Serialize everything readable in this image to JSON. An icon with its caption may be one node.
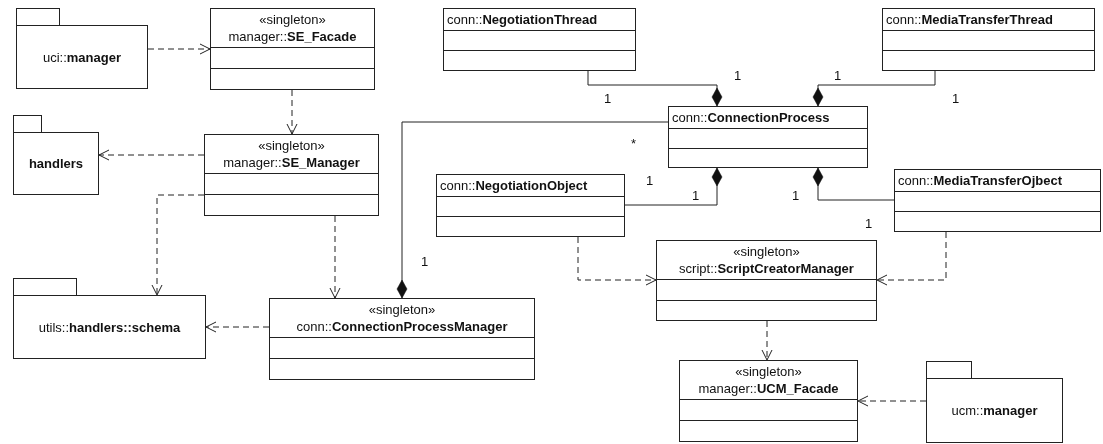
{
  "diagram": {
    "nodes": [
      {
        "text": [
          "uci::**manager**"
        ]
      },
      {
        "text": [
          "«singleton»",
          "manager::**SE_Facade**"
        ]
      },
      {
        "text": [
          "handlers"
        ]
      },
      {
        "text": [
          "«singleton»",
          "manager::**SE_Manager**"
        ]
      },
      {
        "text": [
          "utils::**handlers::schema**"
        ]
      },
      {
        "text": [
          "«singleton»",
          "conn::**ConnectionProcessManager**"
        ]
      },
      {
        "text": [
          "conn::**NegotiationThread**"
        ]
      },
      {
        "text": [
          "conn::**MediaTransferThread**"
        ]
      },
      {
        "text": [
          "conn::**ConnectionProcess**"
        ]
      },
      {
        "text": [
          "conn::**NegotiationObject**"
        ]
      },
      {
        "text": [
          "conn::**MediaTransferOjbect**"
        ]
      },
      {
        "text": [
          "«singleton»",
          "script::**ScriptCreatorManager**"
        ]
      },
      {
        "text": [
          "«singleton»",
          "manager::**UCM_Facade**"
        ]
      },
      {
        "text": [
          "ucm::**manager**"
        ]
      }
    ],
    "edges": [
      {
        "from": 0,
        "to": 1,
        "arrow": "to",
        "style": "dashed"
      },
      {
        "from": 1,
        "to": 3,
        "arrow": "to",
        "style": "dashed"
      },
      {
        "from": 3,
        "to": 2,
        "arrow": "to",
        "style": "dashed"
      },
      {
        "from": 3,
        "to": 4,
        "arrow": "to",
        "style": "dashed"
      },
      {
        "from": 3,
        "to": 5,
        "arrow": "to",
        "style": "dashed"
      },
      {
        "from": 5,
        "to": 4,
        "arrow": "to",
        "style": "dashed"
      },
      {
        "from": 8,
        "to": 5,
        "arrow": "other"
      },
      {
        "from": 6,
        "to": 8,
        "arrow": "other"
      },
      {
        "from": 7,
        "to": 8,
        "arrow": "other"
      },
      {
        "from": 9,
        "to": 8,
        "arrow": "other"
      },
      {
        "from": 10,
        "to": 8,
        "arrow": "other"
      },
      {
        "from": 9,
        "to": 11,
        "arrow": "to",
        "style": "dashed"
      },
      {
        "from": 10,
        "to": 11,
        "arrow": "to",
        "style": "dashed"
      },
      {
        "from": 11,
        "to": 12,
        "arrow": "to",
        "style": "dashed"
      },
      {
        "from": 13,
        "to": 12,
        "arrow": "to",
        "style": "dashed"
      }
    ],
    "labels": [
      "1",
      "1",
      "1",
      "1",
      "*",
      "1",
      "1",
      "1",
      "1",
      "1"
    ]
  }
}
